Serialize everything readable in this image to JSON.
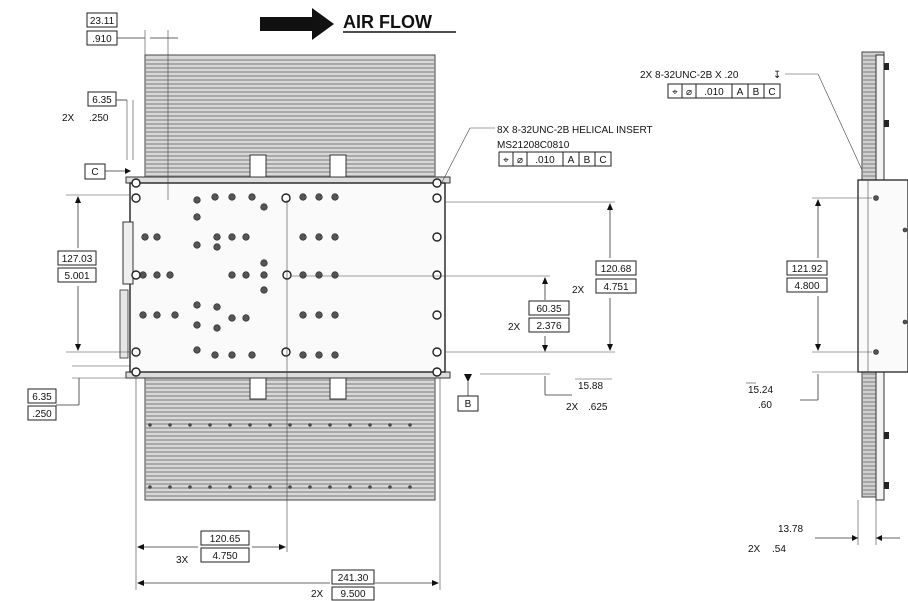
{
  "title": "AIR FLOW",
  "callouts": {
    "top_insert": "2X 8-32UNC-2B X .20",
    "helical_insert": "8X 8-32UNC-2B HELICAL INSERT",
    "part_number": "MS21208C0810",
    "fcf_tolerance": ".010",
    "datum_a": "A",
    "datum_b": "B",
    "datum_c": "C",
    "pos_symbol": "⌖",
    "dia_symbol": "⌀",
    "depth_symbol": "↧"
  },
  "dims": {
    "d23": {
      "mm": "23.11",
      "in": ".910",
      "qty": ""
    },
    "d635a": {
      "mm": "6.35",
      "in": ".250",
      "qty": "2X"
    },
    "d12703": {
      "mm": "127.03",
      "in": "5.001",
      "qty": ""
    },
    "d635b": {
      "mm": "6.35",
      "in": ".250",
      "qty": ""
    },
    "d12068": {
      "mm": "120.68",
      "in": "4.751",
      "qty": "2X"
    },
    "d6035": {
      "mm": "60.35",
      "in": "2.376",
      "qty": "2X"
    },
    "d1588": {
      "mm": "15.88",
      "in": ".625",
      "qty": "2X"
    },
    "d12065": {
      "mm": "120.65",
      "in": "4.750",
      "qty": "3X"
    },
    "d24130": {
      "mm": "241.30",
      "in": "9.500",
      "qty": "2X"
    },
    "d12192": {
      "mm": "121.92",
      "in": "4.800",
      "qty": ""
    },
    "d1524": {
      "mm": "15.24",
      "in": ".60",
      "qty": ""
    },
    "d1378": {
      "mm": "13.78",
      "in": ".54",
      "qty": "2X"
    }
  }
}
